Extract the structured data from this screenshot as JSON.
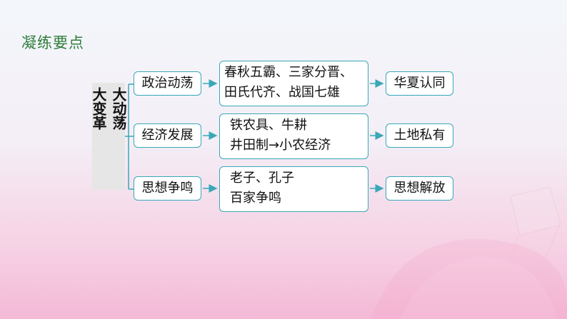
{
  "section_title": "凝练要点",
  "root": {
    "col1": "大动荡",
    "col2": "大变革"
  },
  "rows": [
    {
      "category": "政治动荡",
      "detail_line1": "春秋五霸、三家分晋、",
      "detail_line2": "田氏代齐、战国七雄",
      "result": "华夏认同"
    },
    {
      "category": "经济发展",
      "detail_line1": " 铁农具、牛耕",
      "detail_line2": " 井田制→小农经济",
      "result": "土地私有"
    },
    {
      "category": "思想争鸣",
      "detail_line1": " 老子、孔子",
      "detail_line2": " 百家争鸣",
      "result": "思想解放"
    }
  ],
  "colors": {
    "accent": "#39a8b8",
    "title": "#2f7d3a"
  }
}
